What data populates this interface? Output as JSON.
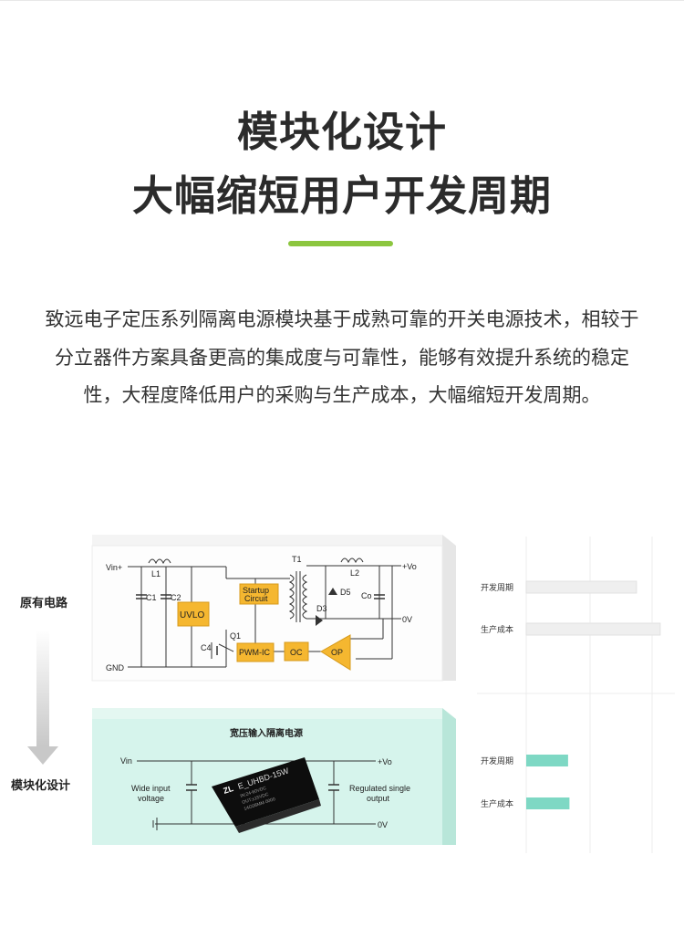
{
  "heading": {
    "line1": "模块化设计",
    "line2": "大幅缩短用户开发周期"
  },
  "accent_color": "#8cc63f",
  "description": "致远电子定压系列隔离电源模块基于成熟可靠的开关电源技术，相较于分立器件方案具备更高的集成度与可靠性，能够有效提升系统的稳定性，大程度降低用户的采购与生产成本，大幅缩短开发周期。",
  "left_labels": {
    "original": "原有电路",
    "modular": "模块化设计"
  },
  "circuit_original": {
    "vin": "Vin+",
    "gnd": "GND",
    "l1": "L1",
    "c1": "C1",
    "c2": "C2",
    "uvlo": "UVLO",
    "startup_line1": "Startup",
    "startup_line2": "Circuit",
    "t1": "T1",
    "l2": "L2",
    "d5": "D5",
    "co": "Co",
    "d3": "D3",
    "vo_plus": "+Vo",
    "vo_zero": "0V",
    "c4": "C4",
    "q1": "Q1",
    "pwm": "PWM-IC",
    "oc": "OC",
    "op": "OP"
  },
  "circuit_module": {
    "title": "宽压输入隔离电源",
    "vin": "Vin",
    "vo_plus": "+Vo",
    "vo_zero": "0V",
    "input_line1": "Wide input",
    "input_line2": "voltage",
    "output_line1": "Regulated single",
    "output_line2": "output",
    "module_name": "E_UHBD-15W",
    "chip_line2": "IN:24-60VDC",
    "chip_line3": "OUT:±15VDC",
    "chip_line4": "14G08MM 0000"
  },
  "compare_top": {
    "bars": [
      {
        "label": "开发周期",
        "value": 0.79
      },
      {
        "label": "生产成本",
        "value": 0.96
      }
    ]
  },
  "compare_bottom": {
    "bars": [
      {
        "label": "开发周期",
        "value": 0.3
      },
      {
        "label": "生产成本",
        "value": 0.31
      }
    ]
  },
  "colors": {
    "block_orange": "#f5b730",
    "module_panel": "#d6f4ec",
    "bar_gray": "#efefef",
    "bar_teal": "#7ed8c4"
  }
}
